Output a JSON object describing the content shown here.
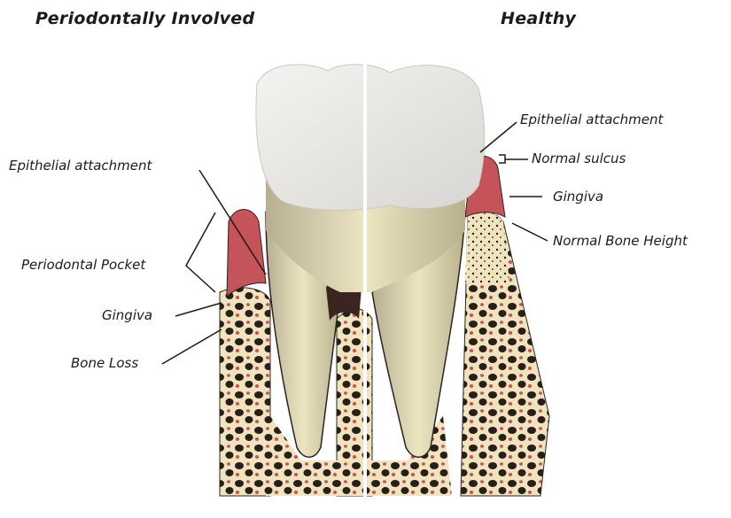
{
  "headings": {
    "left": "Periodontally Involved",
    "right": "Healthy"
  },
  "left_labels": {
    "epithelial_attachment": "Epithelial attachment",
    "periodontal_pocket": "Periodontal Pocket",
    "gingiva": "Gingiva",
    "bone_loss": "Bone Loss"
  },
  "right_labels": {
    "epithelial_attachment": "Epithelial attachment",
    "normal_sulcus": "Normal sulcus",
    "gingiva": "Gingiva",
    "normal_bone_height": "Normal Bone Height"
  },
  "colors": {
    "text": "#1e1a17",
    "enamel": "#ecebe8",
    "dentin": "#e9e2b6",
    "gum": "#c4545a",
    "bone": "#efe4bd",
    "marrow": "#2a1e1a",
    "outline": "#2b2420"
  }
}
